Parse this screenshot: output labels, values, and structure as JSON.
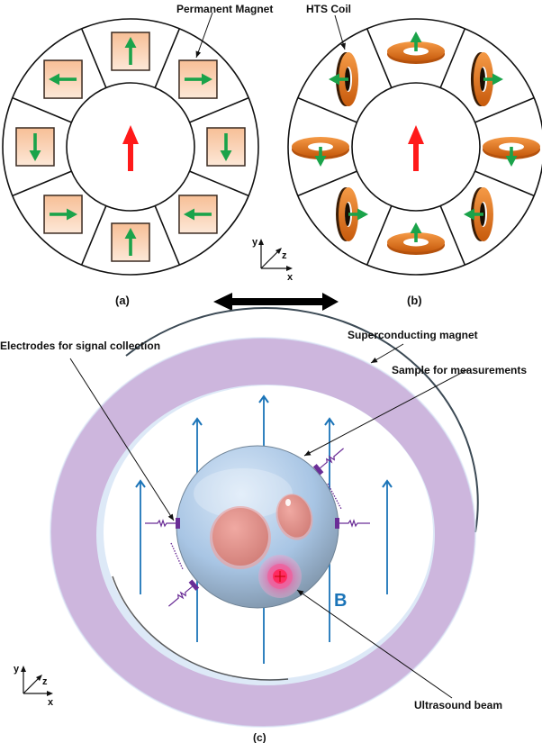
{
  "panel_a": {
    "caption": "(a)",
    "label": "Permanent Magnet",
    "center_field_direction": "up",
    "magnet_directions": [
      "up",
      "right",
      "down",
      "left",
      "up",
      "right",
      "down",
      "left"
    ],
    "magnet_positions": [
      "top",
      "top-right",
      "right",
      "bottom-right",
      "bottom",
      "bottom-left",
      "left",
      "top-left"
    ],
    "magnet_arrows_listed_clockwise_from_top": [
      "up",
      "right",
      "down",
      "left",
      "up",
      "right",
      "down",
      "left"
    ]
  },
  "panel_b": {
    "caption": "(b)",
    "label": "HTS Coil",
    "center_field_direction": "up",
    "coil_directions_clockwise_from_top": [
      "up",
      "right",
      "down",
      "left",
      "up",
      "right",
      "down",
      "left"
    ]
  },
  "panel_c": {
    "caption": "(c)",
    "labels": {
      "electrodes": "Electrodes for signal collection",
      "magnet": "Superconducting magnet",
      "sample": "Sample for measurements",
      "ultrasound": "Ultrasound beam",
      "field": "B"
    }
  },
  "axes": {
    "x": "x",
    "y": "y",
    "z": "z"
  },
  "double_arrow": "bidirectional",
  "colors": {
    "magnet_fill": "#f9c9a4",
    "field_arrow": "#ff1a1a",
    "magnet_arrow": "#1aa34a",
    "coil": "#e8731b",
    "ring": "#cdb6dd",
    "field_lines": "#1b74b8",
    "sample": "#a9c6e6",
    "inclusion": "#e8938e",
    "electrode": "#6a2d96"
  }
}
